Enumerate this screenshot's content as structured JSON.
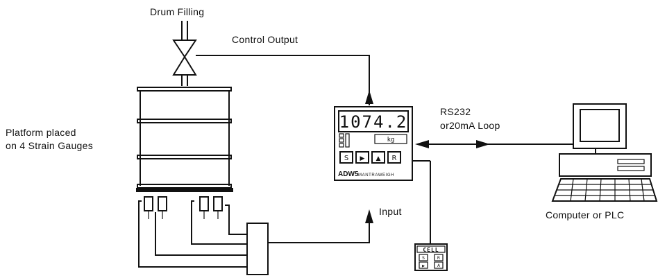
{
  "labels": {
    "drum_filling": "Drum Filling",
    "control_output": "Control Output",
    "platform_line1": "Platform placed",
    "platform_line2": "on 4 Strain Gauges",
    "rs232_line1": "RS232",
    "rs232_line2": "or20mA Loop",
    "input": "Input",
    "computer": "Computer or PLC"
  },
  "indicator": {
    "display_value": "1074.2",
    "unit": "kg",
    "brand": "ADW5",
    "brand_sub": "MANTRAWEIGH",
    "keys": [
      "S",
      "▶",
      "▲",
      "R"
    ]
  },
  "handheld": {
    "display": "CELL",
    "keys": [
      "S",
      "R",
      "▶",
      "A"
    ]
  },
  "colors": {
    "line": "#111111",
    "background": "#ffffff"
  }
}
